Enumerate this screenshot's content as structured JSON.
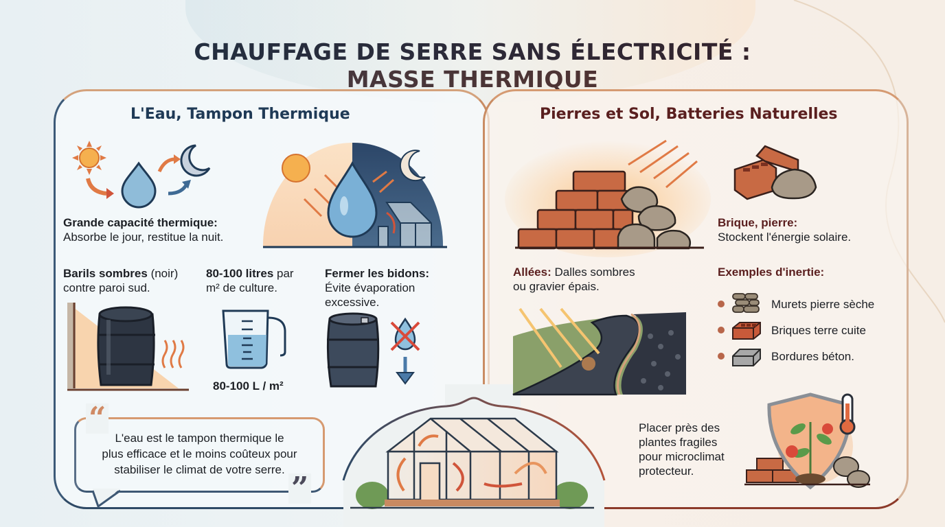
{
  "header": {
    "title_line1": "CHAUFFAGE DE SERRE SANS ÉLECTRICITÉ :",
    "title_line2": "MASSE THERMIQUE"
  },
  "left_section": {
    "title": "L'Eau, Tampon Thermique",
    "capacity": {
      "label": "Grande capacité thermique:",
      "text": "Absorbe le jour, restitue la nuit."
    },
    "barrels": {
      "label": "Barils sombres",
      "label_suffix": " (noir)",
      "text": "contre paroi sud."
    },
    "volume": {
      "label": "80-100 litres",
      "label_suffix": " par",
      "text": "m² de culture.",
      "caption": "80-100 L / m²"
    },
    "close": {
      "label": "Fermer les bidons:",
      "text_line1": "Évite évaporation",
      "text_line2": "excessive."
    },
    "quote": {
      "open_mark": "“",
      "close_mark": "”",
      "line1": "L'eau est le tampon thermique le",
      "line2": "plus efficace et le moins coûteux pour",
      "line3": "stabiliser le climat de votre serre."
    }
  },
  "right_section": {
    "title": "Pierres et Sol, Batteries Naturelles",
    "brick": {
      "label": "Brique, pierre:",
      "text": "Stockent l'énergie solaire."
    },
    "paths": {
      "label": "Allées:",
      "text_line1": " Dalles sombres",
      "text_line2": "ou gravier épais."
    },
    "examples": {
      "label": "Exemples d'inertie:",
      "items": [
        {
          "label": "Murets pierre sèche",
          "icon": "stone-wall-icon"
        },
        {
          "label": "Briques terre cuite",
          "icon": "brick-icon"
        },
        {
          "label": "Bordures béton.",
          "icon": "concrete-block-icon"
        }
      ]
    },
    "placement": {
      "line1": "Placer près des",
      "line2": "plantes fragiles",
      "line3": "pour microclimat",
      "line4": "protecteur."
    }
  },
  "colors": {
    "left_title": "#1f3a56",
    "right_title": "#5a1f1f",
    "accent_orange": "#e07a45",
    "water_blue": "#6fa8d0",
    "brick": "#b85a3a"
  }
}
